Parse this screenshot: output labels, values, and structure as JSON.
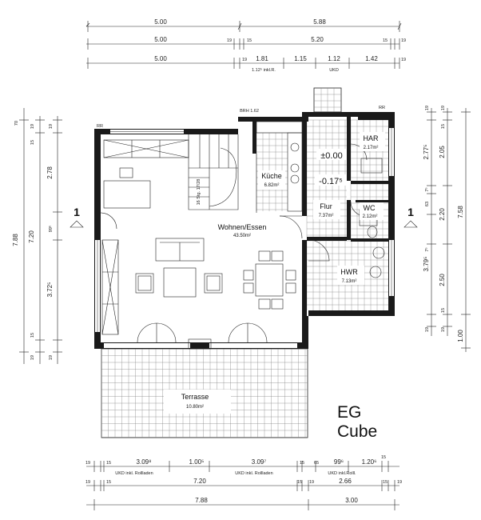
{
  "title": {
    "level": "EG",
    "name": "Cube"
  },
  "section_marks": {
    "left": "1",
    "right": "1"
  },
  "top_dimensions": {
    "row1": [
      "5.00",
      "5.88"
    ],
    "row2": [
      "5.00",
      "19",
      "15",
      "5.20",
      "15",
      "19"
    ],
    "row3": [
      "5.00",
      "19",
      "1.81",
      "1.15",
      "1.12",
      "1.42",
      "19"
    ],
    "row3_notes": [
      "1.12⁵ inkl.R.",
      "UKD"
    ]
  },
  "bottom_dimensions": {
    "row1": [
      "19",
      "15",
      "3.09⁸",
      "1.00⁵",
      "3.09⁷",
      "15",
      "65",
      "99⁶",
      "1.20⁶",
      "15"
    ],
    "row1_notes": [
      "UKD inkl. Rollladen",
      "UKD inkl. Rollladen",
      "UKD inkl.Rolll."
    ],
    "row2": [
      "19",
      "15",
      "7.20",
      "15",
      "19",
      "2.66",
      "15",
      "19"
    ],
    "row3": [
      "7.88",
      "3.00"
    ]
  },
  "left_dimensions": {
    "outer": [
      "70",
      "7.88"
    ],
    "middle": [
      "19",
      "15",
      "7.20",
      "15",
      "19"
    ],
    "inner": [
      "19",
      "2.78",
      "99⁶",
      "3.72⁵",
      "19"
    ]
  },
  "right_dimensions": {
    "inner": [
      "19",
      "2.77⁵",
      "7⁵",
      "63",
      "3.79⁵",
      "7⁵",
      "19"
    ],
    "middle": [
      "19",
      "15",
      "2.05",
      "2.20",
      "2.50",
      "15",
      "19"
    ],
    "outer": [
      "7.58",
      "1.00"
    ]
  },
  "rooms": [
    {
      "name": "Wohnen/Essen",
      "area": "43.50m²"
    },
    {
      "name": "Küche",
      "area": "6.82m²"
    },
    {
      "name": "Flur",
      "area": "7.37m²"
    },
    {
      "name": "HAR",
      "area": "2.17m²"
    },
    {
      "name": "WC",
      "area": "2.12m²"
    },
    {
      "name": "HWR",
      "area": "7.13m²"
    },
    {
      "name": "Terrasse",
      "area": "10.80m²"
    }
  ],
  "levels": {
    "entry": "±0.00",
    "lower": "-0.17⁵"
  },
  "annotations": {
    "stair": "16 Stg. 17/28",
    "window_label": "BRH 1.62",
    "rr_left": "RR",
    "rr_right": "RR"
  }
}
